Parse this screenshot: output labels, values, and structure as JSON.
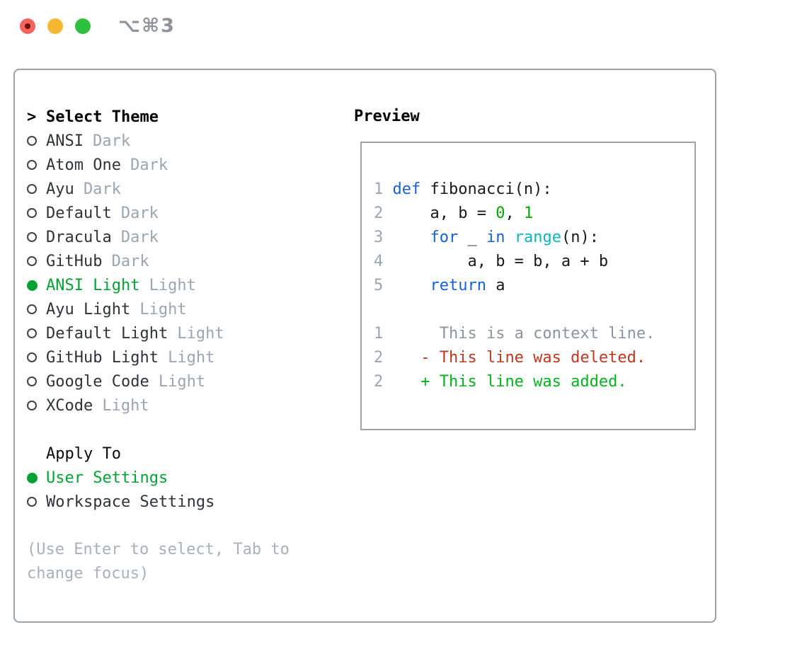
{
  "window": {
    "title": "⌥⌘3"
  },
  "colors": {
    "accent_green": "#00a334",
    "keyword_blue": "#1560d6",
    "function_cyan": "#0cb3c8",
    "number_green": "#00a800",
    "deleted_red": "#c3351f",
    "added_green": "#00b31b",
    "muted_gray": "#9aa5b2",
    "border_gray": "#9aa2ac",
    "traffic_red": "#f4645c",
    "traffic_yellow": "#f5b730",
    "traffic_green": "#2ec13e"
  },
  "left": {
    "prompt_marker": ">",
    "title": "Select Theme",
    "themes": [
      {
        "name": "ANSI",
        "variant": "Dark",
        "selected": false
      },
      {
        "name": "Atom One",
        "variant": "Dark",
        "selected": false
      },
      {
        "name": "Ayu",
        "variant": "Dark",
        "selected": false
      },
      {
        "name": "Default",
        "variant": "Dark",
        "selected": false
      },
      {
        "name": "Dracula",
        "variant": "Dark",
        "selected": false
      },
      {
        "name": "GitHub",
        "variant": "Dark",
        "selected": false
      },
      {
        "name": "ANSI Light",
        "variant": "Light",
        "selected": true
      },
      {
        "name": "Ayu Light",
        "variant": "Light",
        "selected": false
      },
      {
        "name": "Default Light",
        "variant": "Light",
        "selected": false
      },
      {
        "name": "GitHub Light",
        "variant": "Light",
        "selected": false
      },
      {
        "name": "Google Code",
        "variant": "Light",
        "selected": false
      },
      {
        "name": "XCode",
        "variant": "Light",
        "selected": false
      }
    ],
    "apply_to_label": "Apply To",
    "apply_options": [
      {
        "label": "User Settings",
        "selected": true
      },
      {
        "label": "Workspace Settings",
        "selected": false
      }
    ],
    "hint_line1": "(Use Enter to select, Tab to",
    "hint_line2": "change focus)"
  },
  "preview": {
    "title": "Preview",
    "lines": [
      [],
      [
        {
          "t": "1 ",
          "c": "ln"
        },
        {
          "t": "def ",
          "c": "kw"
        },
        {
          "t": "fibonacci(n):",
          "c": "code"
        }
      ],
      [
        {
          "t": "2 ",
          "c": "ln"
        },
        {
          "t": "    a, b = ",
          "c": "code"
        },
        {
          "t": "0",
          "c": "num"
        },
        {
          "t": ", ",
          "c": "code"
        },
        {
          "t": "1",
          "c": "num"
        }
      ],
      [
        {
          "t": "3 ",
          "c": "ln"
        },
        {
          "t": "    ",
          "c": "code"
        },
        {
          "t": "for",
          "c": "kw"
        },
        {
          "t": " _ ",
          "c": "code"
        },
        {
          "t": "in",
          "c": "kw"
        },
        {
          "t": " ",
          "c": "code"
        },
        {
          "t": "range",
          "c": "fn"
        },
        {
          "t": "(n):",
          "c": "code"
        }
      ],
      [
        {
          "t": "4 ",
          "c": "ln"
        },
        {
          "t": "        a, b = b, a + b",
          "c": "code"
        }
      ],
      [
        {
          "t": "5 ",
          "c": "ln"
        },
        {
          "t": "    ",
          "c": "code"
        },
        {
          "t": "return",
          "c": "kw"
        },
        {
          "t": " a",
          "c": "code"
        }
      ],
      [],
      [
        {
          "t": "1",
          "c": "ln"
        },
        {
          "t": "      This is a context line.",
          "c": "ctx"
        }
      ],
      [
        {
          "t": "2",
          "c": "ln"
        },
        {
          "t": "    ",
          "c": "code"
        },
        {
          "t": "- This line was deleted.",
          "c": "del"
        }
      ],
      [
        {
          "t": "2",
          "c": "ln"
        },
        {
          "t": "    ",
          "c": "code"
        },
        {
          "t": "+ This line was added.",
          "c": "add"
        }
      ],
      []
    ]
  }
}
